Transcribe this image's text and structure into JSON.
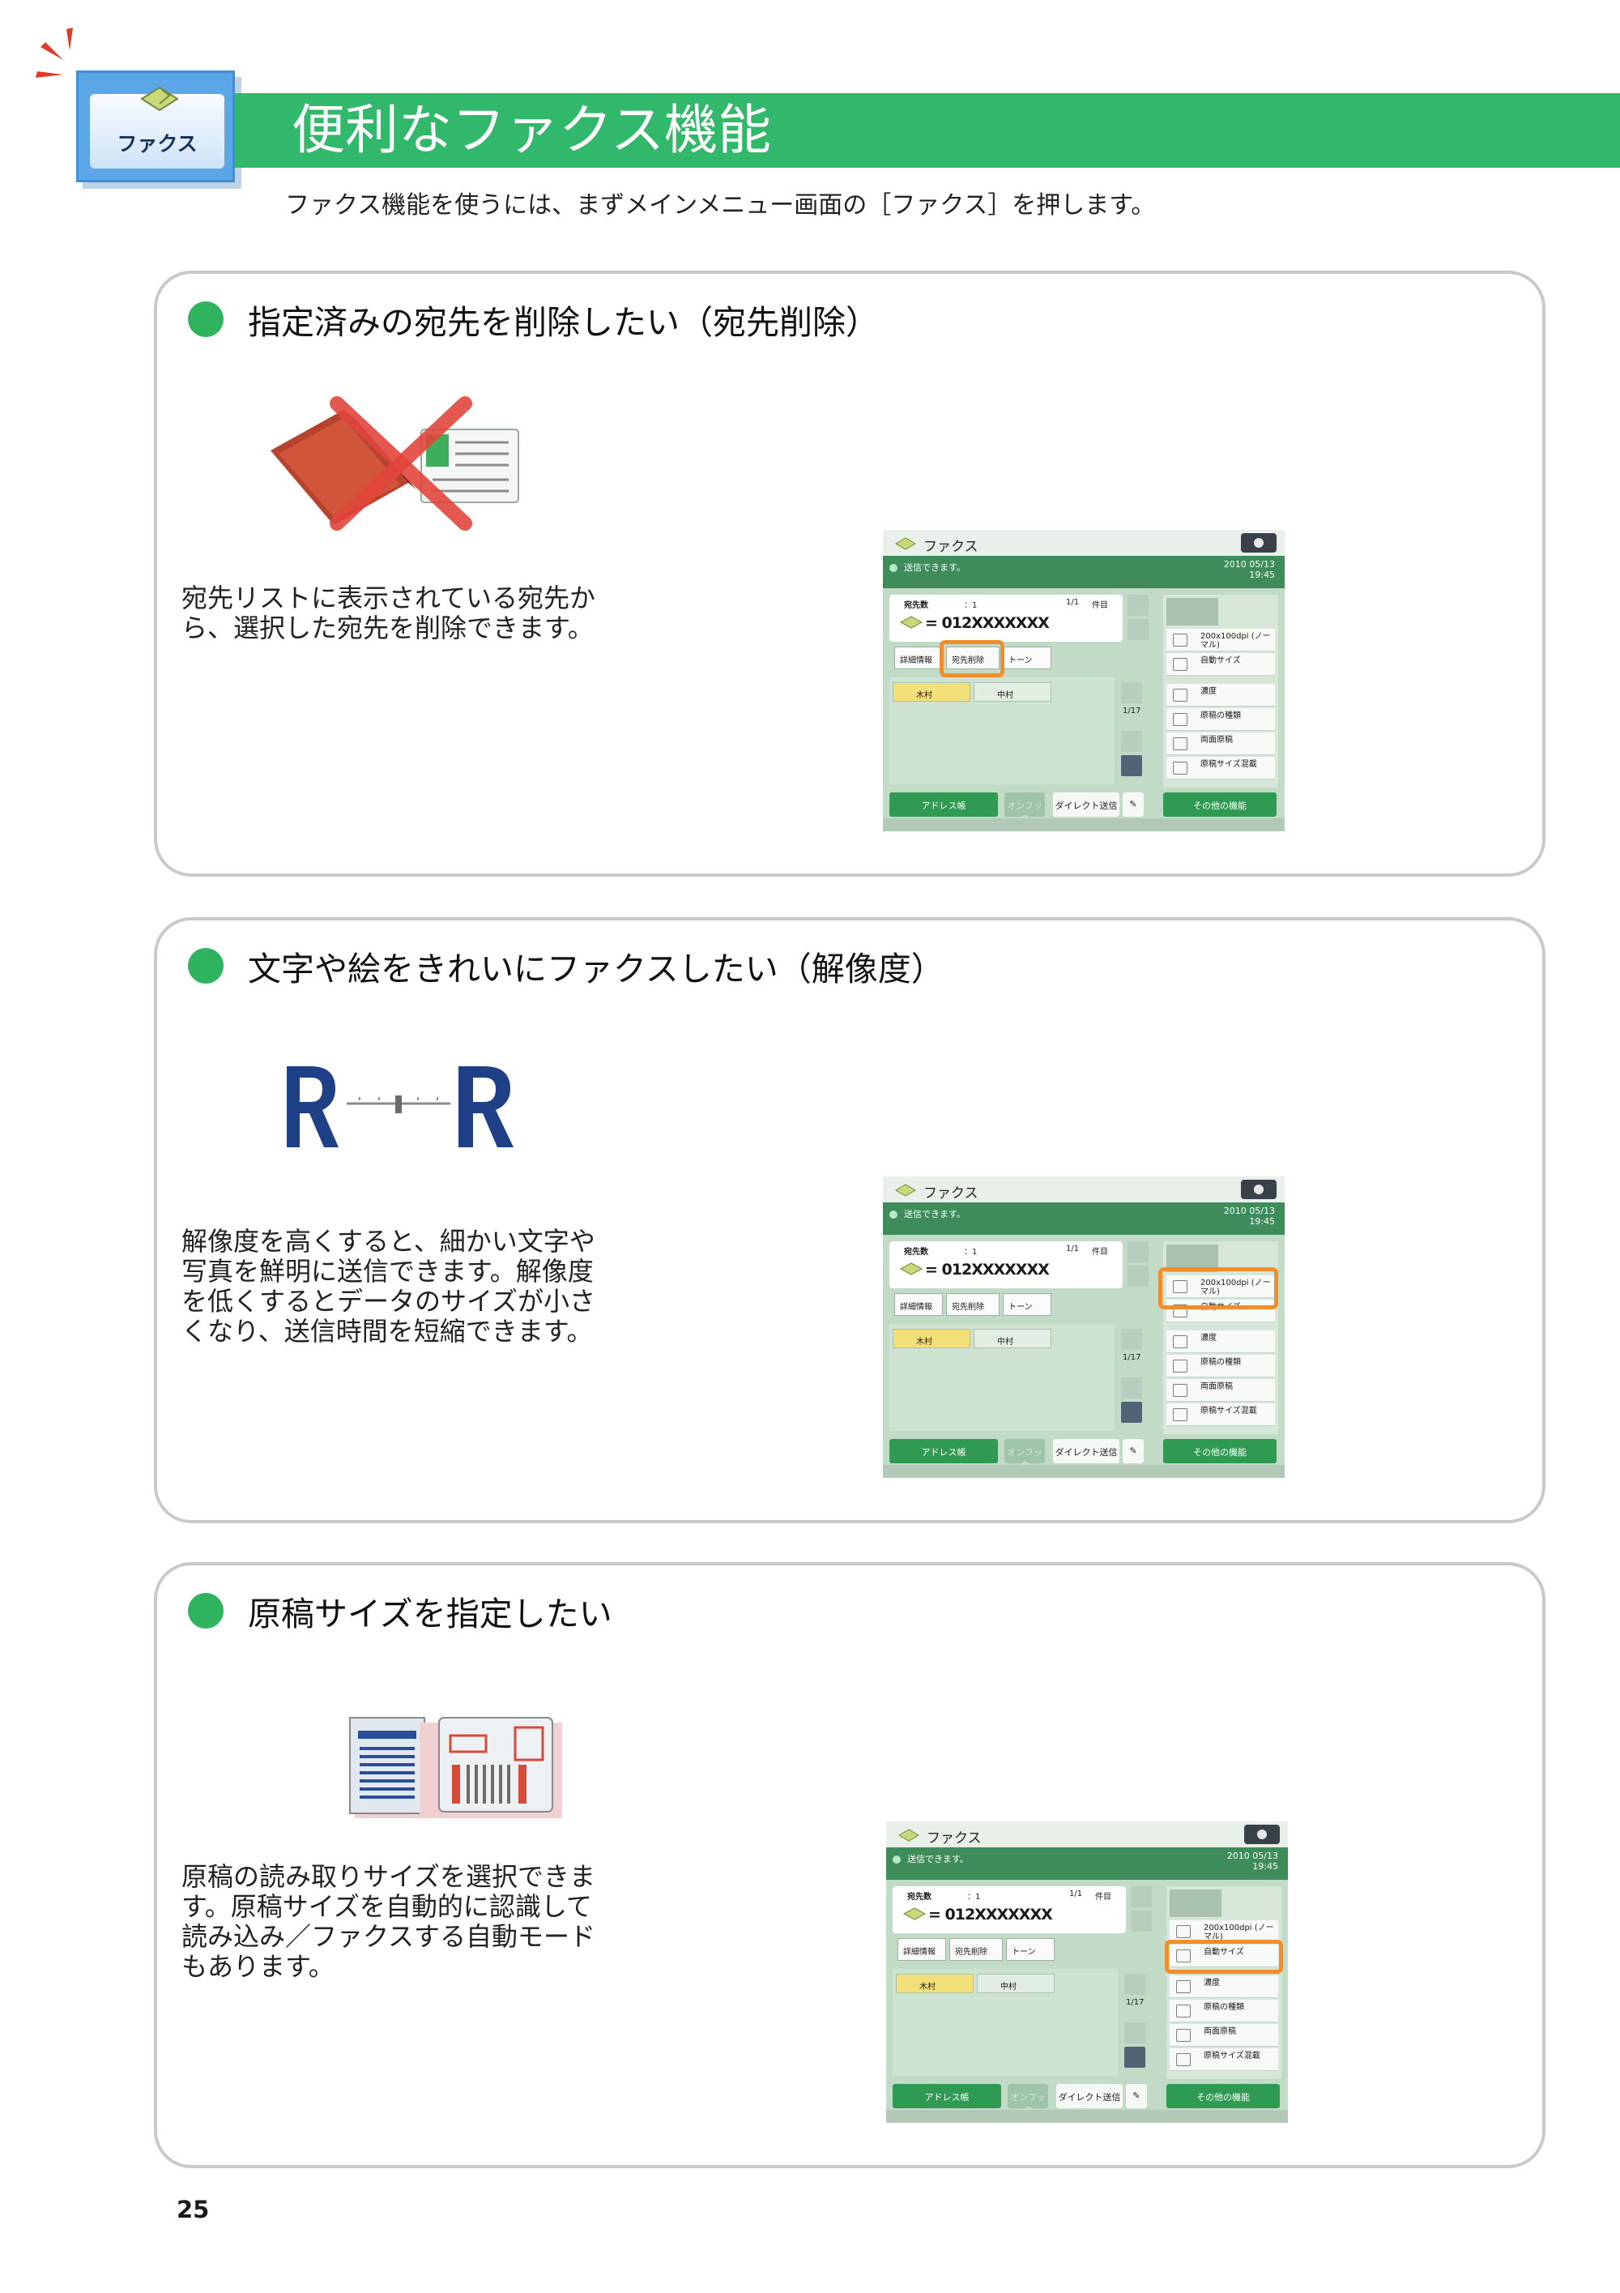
{
  "header": {
    "tab_label": "ファクス",
    "title": "便利なファクス機能",
    "subtitle": "ファクス機能を使うには、まずメインメニュー画面の［ファクス］を押します。"
  },
  "screen": {
    "top_title": "ファクス",
    "status": "送信できます。",
    "date": "2010 05/13",
    "time": "19:45",
    "count_label": "宛先数",
    "count_value": "：1",
    "page": "1/1",
    "page_unit": "件目",
    "number": "= 012XXXXXXX",
    "btn_detail": "詳細情報",
    "btn_delete": "宛先削除",
    "btn_tone": "トーン",
    "item_1": "木村",
    "item_2": "中村",
    "list_page": "1/17",
    "opt_resolution": "200x100dpi (ノーマル)",
    "opt_size": "自動サイズ",
    "opt_density": "濃度",
    "opt_type": "原稿の種類",
    "opt_duplex": "両面原稿",
    "opt_mixed": "原稿サイズ混載",
    "btn_address": "アドレス帳",
    "btn_onhook": "オンフック",
    "btn_direct": "ダイレクト送信",
    "btn_other": "その他の機能"
  },
  "sections": [
    {
      "title": "指定済みの宛先を削除したい（宛先削除）",
      "desc": "宛先リストに表示されている宛先から、選択した宛先を削除できます。"
    },
    {
      "title": "文字や絵をきれいにファクスしたい（解像度）",
      "desc": "解像度を高くすると、細かい文字や写真を鮮明に送信できます。解像度を低くするとデータのサイズが小さくなり、送信時間を短縮できます。"
    },
    {
      "title": "原稿サイズを指定したい",
      "desc": "原稿の読み取りサイズを選択できます。原稿サイズを自動的に認識して読み込み／ファクスする自動モードもあります。"
    }
  ],
  "page_number": "25",
  "colors": {
    "title_bar": "#32b86a",
    "tab_blue": "#5aa6e6",
    "section_dot": "#2fb35f",
    "highlight": "#f28d2c",
    "spark_red": "#e23a2a"
  }
}
